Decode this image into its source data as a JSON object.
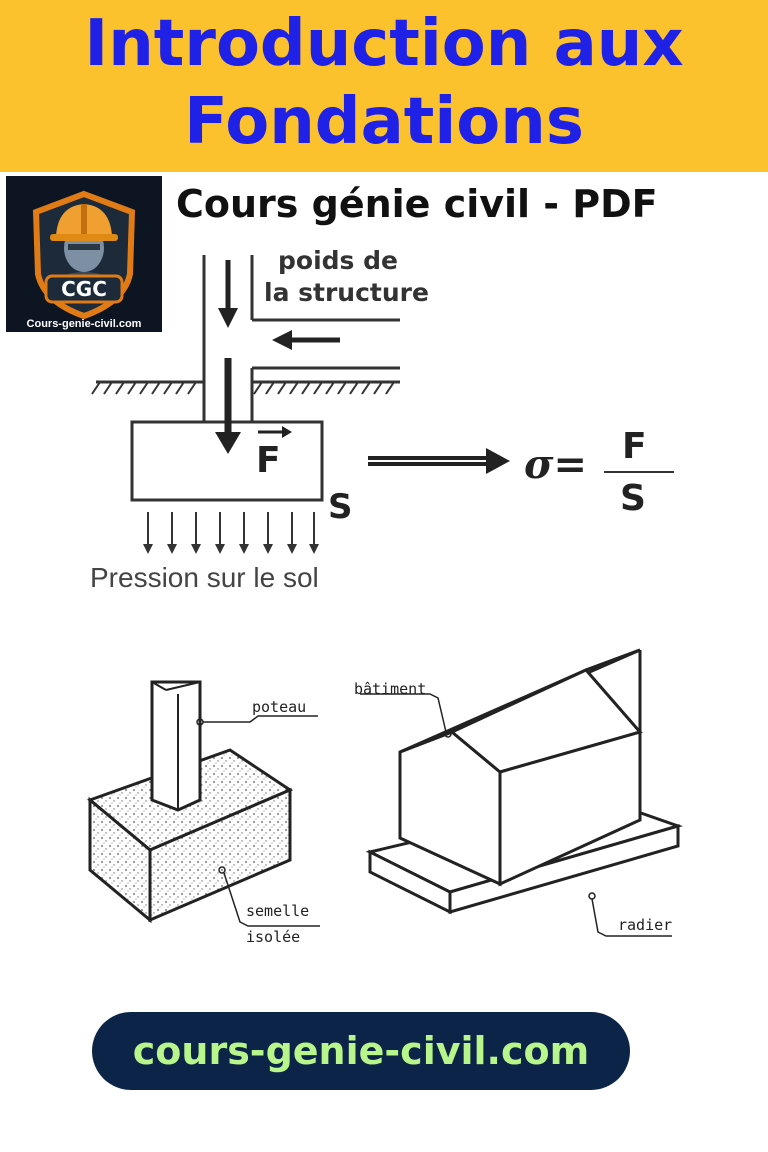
{
  "header": {
    "title_line1": "Introduction aux",
    "title_line2": "Fondations",
    "subtitle": "Cours génie civil - PDF",
    "banner_color": "#fcc22e",
    "title_color": "#1f22e6"
  },
  "logo": {
    "initials": "CGC",
    "url": "Cours-genie-civil.com",
    "icon": "engineer-helmet-badge-icon"
  },
  "diagram_top": {
    "label_weight_line1": "poids de",
    "label_weight_line2": "la structure",
    "force": "F",
    "area": "S",
    "formula_sigma": "σ=",
    "formula_num": "F",
    "formula_den": "S",
    "pressure_label": "Pression sur le sol"
  },
  "diagram_bottom": {
    "poteau": "poteau",
    "semelle_line1": "semelle",
    "semelle_line2": "isolée",
    "batiment": "bâtiment",
    "radier": "radier"
  },
  "footer": {
    "site": "cours-genie-civil.com",
    "pill_color": "#0b2447",
    "text_color": "#b8f58a"
  }
}
